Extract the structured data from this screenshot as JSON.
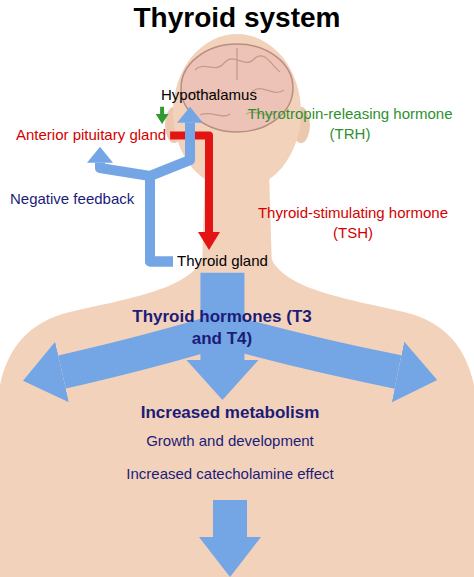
{
  "diagram": {
    "title": "Thyroid system",
    "nodes": [
      {
        "text": [
          "Hypothalamus"
        ]
      },
      {
        "text": [
          "Anterior pituitary gland"
        ]
      },
      {
        "text": [
          "Thyroid gland"
        ]
      },
      {
        "text": [
          "Increased metabolism",
          "Growth and development",
          "Increased catecholamine effect"
        ]
      }
    ],
    "edges": [
      {
        "from": 0,
        "to": 1,
        "label": "Thyrotropin-releasing hormone (TRH)",
        "arrow": "to"
      },
      {
        "from": 1,
        "to": 2,
        "label": "Thyroid-stimulating hormone (TSH)",
        "arrow": "to"
      },
      {
        "from": 2,
        "to": 1,
        "label": "Negative feedback",
        "arrow": "to"
      },
      {
        "from": 2,
        "to": 0,
        "arrow": "to"
      },
      {
        "from": 2,
        "to": 3,
        "label": "Thyroid hormones (T3 and T4)",
        "arrow": "to"
      }
    ]
  }
}
